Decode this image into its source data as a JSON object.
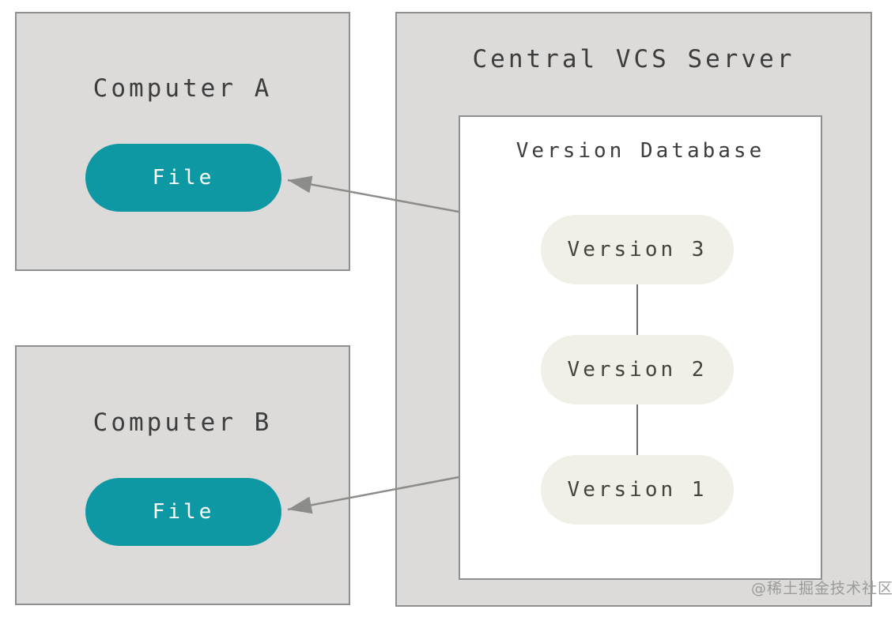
{
  "computer_a": {
    "title": "Computer A",
    "file_label": "File"
  },
  "computer_b": {
    "title": "Computer B",
    "file_label": "File"
  },
  "server": {
    "title": "Central VCS Server",
    "version_database": {
      "title": "Version Database",
      "versions": [
        "Version 3",
        "Version 2",
        "Version 1"
      ]
    }
  },
  "watermark": "@稀土掘金技术社区",
  "colors": {
    "box_fill": "#dcdbd9",
    "box_border": "#8f8f8f",
    "file_pill_fill": "#0e98a4",
    "file_pill_text": "#ffffff",
    "version_pill_fill": "#f0efe8",
    "version_pill_text": "#45443c",
    "title_text": "#3d3d3d",
    "arrow": "#8c8c8a",
    "connector": "#6e6e6e",
    "watermark_text": "#9b9b9b"
  }
}
